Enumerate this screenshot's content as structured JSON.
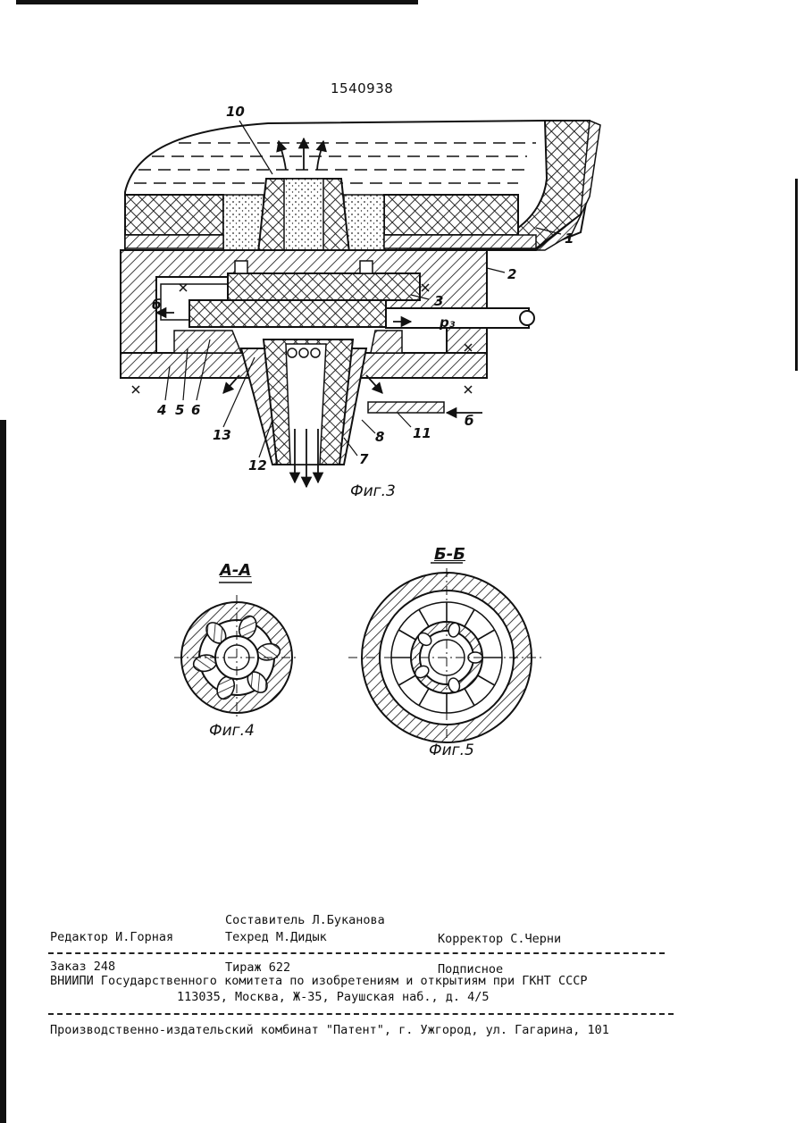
{
  "patent_number": "1540938",
  "fig3": {
    "caption": "Фиг.3",
    "labels": [
      "1",
      "2",
      "3",
      "4",
      "5",
      "6",
      "7",
      "8",
      "10",
      "11",
      "12",
      "13",
      "б",
      "б",
      "р₃"
    ]
  },
  "fig4": {
    "section_label": "А-А",
    "caption": "Фиг.4"
  },
  "fig5": {
    "section_label": "Б-Б",
    "caption": "Фиг.5"
  },
  "colophon": {
    "compiler": "Составитель Л.Буканова",
    "editor": "Редактор И.Горная",
    "techred": "Техред М.Дидык",
    "corrector": "Корректор С.Черни",
    "order": "Заказ 248",
    "circulation": "Тираж 622",
    "subscription": "Подписное",
    "institute": "ВНИИПИ Государственного комитета по изобретениям и открытиям при ГКНТ СССР",
    "address": "113035, Москва, Ж-35, Раушская наб., д. 4/5",
    "printer": "Производственно-издательский комбинат \"Патент\", г. Ужгород, ул. Гагарина, 101"
  }
}
